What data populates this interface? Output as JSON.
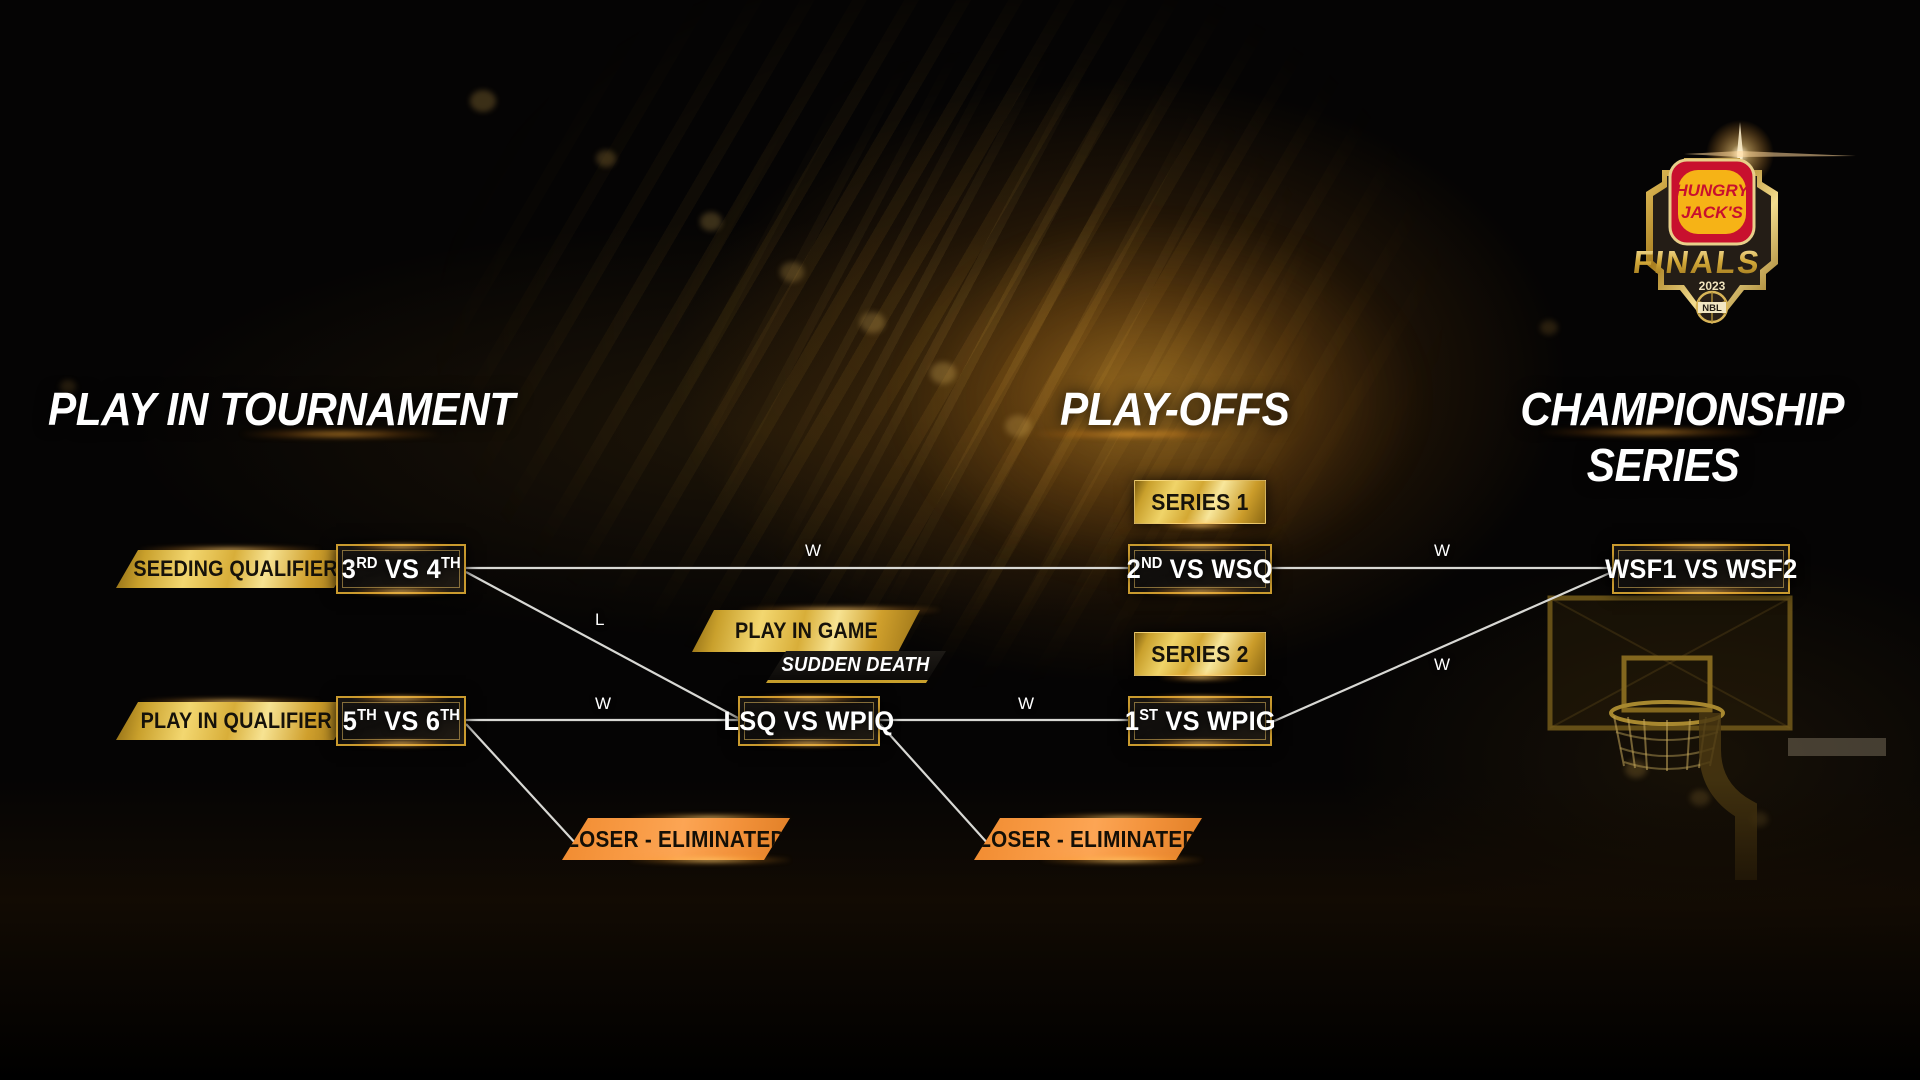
{
  "page": {
    "title": "Hungry Jack's NBL Finals 2023 Bracket",
    "accent_gold": "#d8ae39",
    "accent_orange": "#f08b30",
    "background": "#050404",
    "line_color": "#d8d8d4"
  },
  "logo": {
    "brand_line1": "HUNGRY",
    "brand_line2": "JACK'S",
    "event": "FINALS",
    "year": "2023",
    "league": "NBL"
  },
  "headings": {
    "play_in": "PLAY IN TOURNAMENT",
    "playoffs": "PLAY-OFFS",
    "championship_line1": "CHAMPIONSHIP",
    "championship_line2": "SERIES"
  },
  "play_in": {
    "seeding_qualifier_label": "SEEDING QUALIFIER",
    "seeding_qualifier_match": "3RD VS 4TH",
    "seeding_qualifier_match_num": "3",
    "seeding_qualifier_match_ord": "RD",
    "seeding_qualifier_match_num2": "4",
    "seeding_qualifier_match_ord2": "TH",
    "play_in_qualifier_label": "PLAY IN QUALIFIER",
    "play_in_qualifier_match_num": "5",
    "play_in_qualifier_match_ord": "TH",
    "play_in_qualifier_match_num2": "6",
    "play_in_qualifier_match_ord2": "TH",
    "play_in_game_label": "PLAY IN GAME",
    "sudden_death_label": "SUDDEN DEATH",
    "play_in_game_match": "LSQ VS WPIQ",
    "loser_eliminated_1": "LOSER - ELIMINATED",
    "loser_eliminated_2": "LOSER - ELIMINATED"
  },
  "playoffs": {
    "series_1_label": "SERIES 1",
    "series_1_match_num": "2",
    "series_1_match_ord": "ND",
    "series_1_match_rest": " VS WSQ",
    "series_2_label": "SERIES 2",
    "series_2_match_num": "1",
    "series_2_match_ord": "ST",
    "series_2_match_rest": " VS WPIG"
  },
  "championship": {
    "final_match": "WSF1 VS WSF2"
  },
  "connectors": [
    {
      "id": "sq-to-series1",
      "label": "W",
      "from": "3RD VS 4TH",
      "to": "2ND VS WSQ"
    },
    {
      "id": "sq-to-playin",
      "label": "L",
      "from": "3RD VS 4TH",
      "to": "LSQ VS WPIQ"
    },
    {
      "id": "piq-to-playin",
      "label": "W",
      "from": "5TH VS 6TH",
      "to": "LSQ VS WPIQ"
    },
    {
      "id": "piq-to-elim",
      "label": "",
      "from": "5TH VS 6TH",
      "to": "LOSER - ELIMINATED"
    },
    {
      "id": "pig-to-series2",
      "label": "W",
      "from": "LSQ VS WPIQ",
      "to": "1ST VS WPIG"
    },
    {
      "id": "pig-to-elim",
      "label": "",
      "from": "LSQ VS WPIQ",
      "to": "LOSER - ELIMINATED"
    },
    {
      "id": "s1-to-final",
      "label": "W",
      "from": "2ND VS WSQ",
      "to": "WSF1 VS WSF2"
    },
    {
      "id": "s2-to-final",
      "label": "W",
      "from": "1ST VS WPIG",
      "to": "WSF1 VS WSF2"
    }
  ]
}
